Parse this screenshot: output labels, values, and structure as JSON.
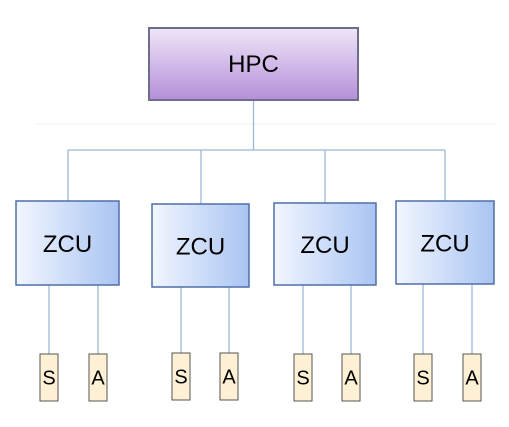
{
  "diagram": {
    "root": {
      "label": "HPC"
    },
    "zones": [
      {
        "label": "ZCU",
        "leaves": [
          {
            "label": "S"
          },
          {
            "label": "A"
          }
        ]
      },
      {
        "label": "ZCU",
        "leaves": [
          {
            "label": "S"
          },
          {
            "label": "A"
          }
        ]
      },
      {
        "label": "ZCU",
        "leaves": [
          {
            "label": "S"
          },
          {
            "label": "A"
          }
        ]
      },
      {
        "label": "ZCU",
        "leaves": [
          {
            "label": "S"
          },
          {
            "label": "A"
          }
        ]
      }
    ]
  },
  "colors": {
    "hpc_top": "#efe6f8",
    "hpc_bottom": "#b58fd9",
    "hpc_border": "#6e6e8c",
    "zcu_left": "#f2f6ff",
    "zcu_right": "#a9c4f2",
    "zcu_border": "#4f6fa8",
    "leaf_fill": "#fdf0d5",
    "leaf_border": "#555555",
    "connector": "#9db8d8"
  }
}
